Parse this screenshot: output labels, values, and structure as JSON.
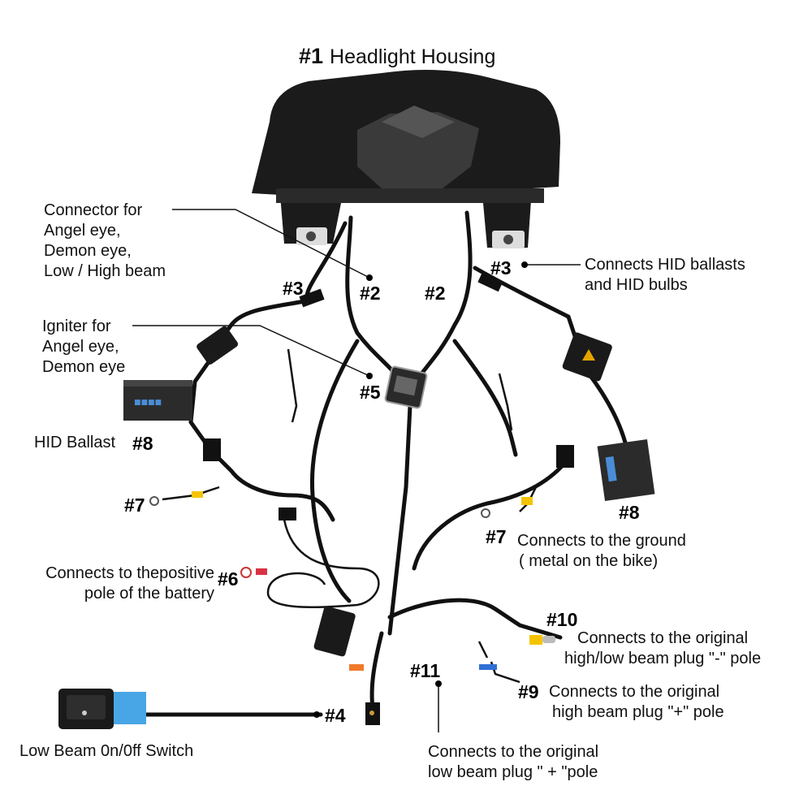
{
  "title": {
    "number": "#1",
    "text": "Headlight Housing"
  },
  "labels": {
    "angel_connector": [
      "Connector for",
      "Angel eye,",
      "Demon eye,",
      "Low  / High beam"
    ],
    "igniter": [
      "Igniter for",
      "Angel eye,",
      "Demon eye"
    ],
    "hid_ballast": "HID Ballast",
    "hid_connects": [
      "Connects HID ballasts",
      "and HID bulbs"
    ],
    "ground": [
      "Connects to the ground",
      "( metal on the bike)"
    ],
    "battery": [
      "Connects to thepositive",
      "pole of the battery"
    ],
    "hilo_minus": [
      "Connects to the original",
      "high/low beam plug \"-\" pole"
    ],
    "high_plus": [
      "Connects to the original",
      "high beam plug \"+\" pole"
    ],
    "low_plus": [
      "Connects to the original",
      "low beam plug \" + \"pole"
    ],
    "switch": "Low Beam 0n/0ff Switch"
  },
  "markers": {
    "n2_left": "#2",
    "n2_right": "#2",
    "n3_left": "#3",
    "n3_right": "#3",
    "n4": "#4",
    "n5": "#5",
    "n6": "#6",
    "n7_left": "#7",
    "n7_right": "#7",
    "n8_left": "#8",
    "n8_right": "#8",
    "n9": "#9",
    "n10": "#10",
    "n11": "#11"
  }
}
